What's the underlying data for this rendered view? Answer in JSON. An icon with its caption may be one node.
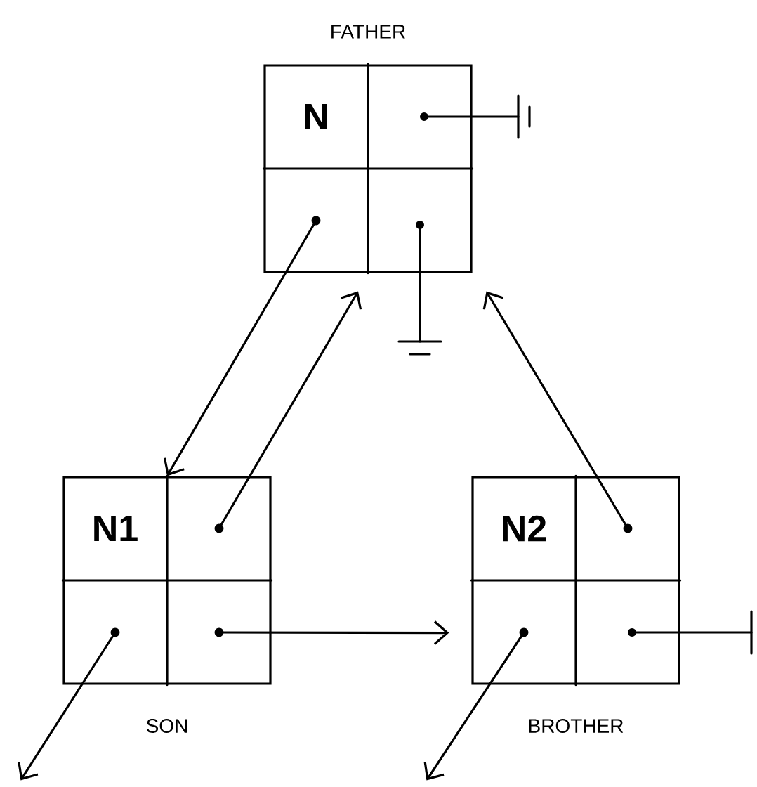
{
  "diagram": {
    "nodes": [
      {
        "text": [
          "N"
        ],
        "beside": [
          "FATHER"
        ]
      },
      {
        "text": [
          "N1"
        ],
        "beside": [
          "SON"
        ]
      },
      {
        "text": [
          "N2"
        ],
        "beside": [
          "BROTHER"
        ]
      }
    ],
    "edges": [
      {
        "from": 0,
        "to": 1,
        "arrow": "to"
      },
      {
        "from": 1,
        "to": 0,
        "arrow": "to"
      },
      {
        "from": 2,
        "to": 0,
        "arrow": "to"
      },
      {
        "from": 1,
        "to": 2,
        "arrow": "to"
      },
      {
        "from": 1,
        "to": null,
        "arrow": "to"
      },
      {
        "from": 2,
        "to": null,
        "arrow": "to"
      }
    ]
  }
}
